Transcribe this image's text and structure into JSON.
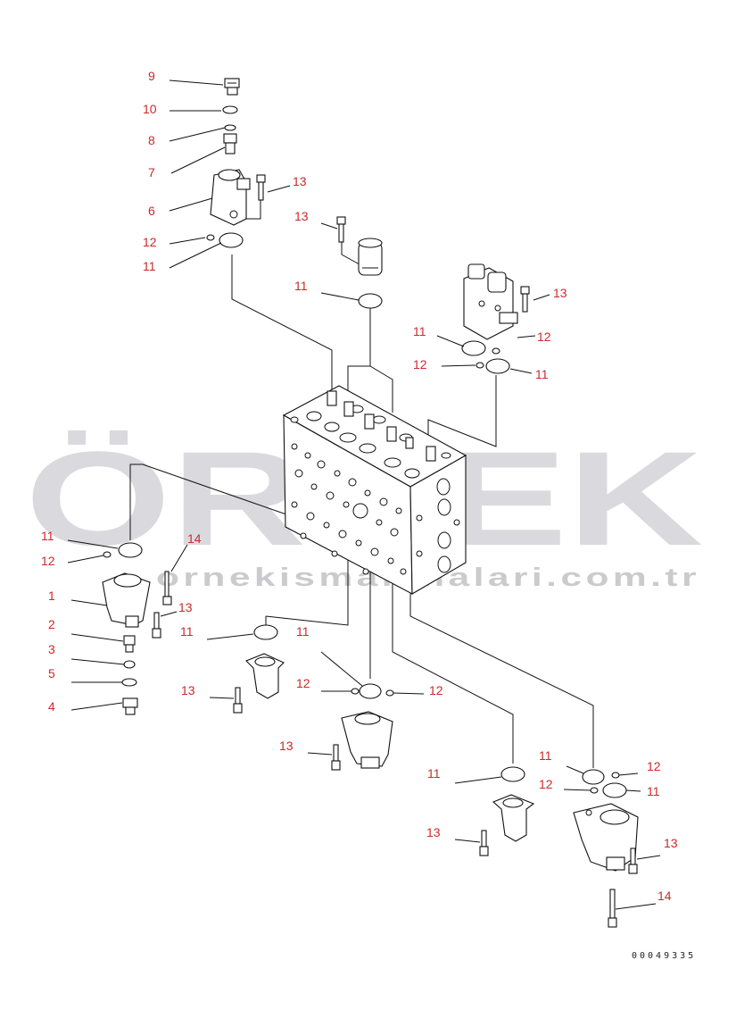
{
  "watermark": {
    "brand": "ÖRNEK",
    "url": "ornekismakinalari.com.tr",
    "accent_color": "#f2c200"
  },
  "drawing_number": "00049335",
  "callouts": [
    {
      "id": "c9",
      "text": "9"
    },
    {
      "id": "c10",
      "text": "10"
    },
    {
      "id": "c8",
      "text": "8"
    },
    {
      "id": "c7",
      "text": "7"
    },
    {
      "id": "c6",
      "text": "6"
    },
    {
      "id": "c13a",
      "text": "13"
    },
    {
      "id": "c12a",
      "text": "12"
    },
    {
      "id": "c11a",
      "text": "11"
    },
    {
      "id": "c13b",
      "text": "13"
    },
    {
      "id": "c11b",
      "text": "11"
    },
    {
      "id": "c13c",
      "text": "13"
    },
    {
      "id": "c11c",
      "text": "11"
    },
    {
      "id": "c12b",
      "text": "12"
    },
    {
      "id": "c12c",
      "text": "12"
    },
    {
      "id": "c11d",
      "text": "11"
    },
    {
      "id": "c11e",
      "text": "11"
    },
    {
      "id": "c12d",
      "text": "12"
    },
    {
      "id": "c14a",
      "text": "14"
    },
    {
      "id": "c1",
      "text": "1"
    },
    {
      "id": "c13d",
      "text": "13"
    },
    {
      "id": "c2",
      "text": "2"
    },
    {
      "id": "c11f",
      "text": "11"
    },
    {
      "id": "c3",
      "text": "3"
    },
    {
      "id": "c5",
      "text": "5"
    },
    {
      "id": "c4",
      "text": "4"
    },
    {
      "id": "c11g",
      "text": "11"
    },
    {
      "id": "c13e",
      "text": "13"
    },
    {
      "id": "c12e",
      "text": "12"
    },
    {
      "id": "c12f",
      "text": "12"
    },
    {
      "id": "c13f",
      "text": "13"
    },
    {
      "id": "c11h",
      "text": "11"
    },
    {
      "id": "c11i",
      "text": "11"
    },
    {
      "id": "c12g",
      "text": "12"
    },
    {
      "id": "c12h",
      "text": "12"
    },
    {
      "id": "c11j",
      "text": "11"
    },
    {
      "id": "c13g",
      "text": "13"
    },
    {
      "id": "c13h",
      "text": "13"
    },
    {
      "id": "c14b",
      "text": "14"
    }
  ]
}
